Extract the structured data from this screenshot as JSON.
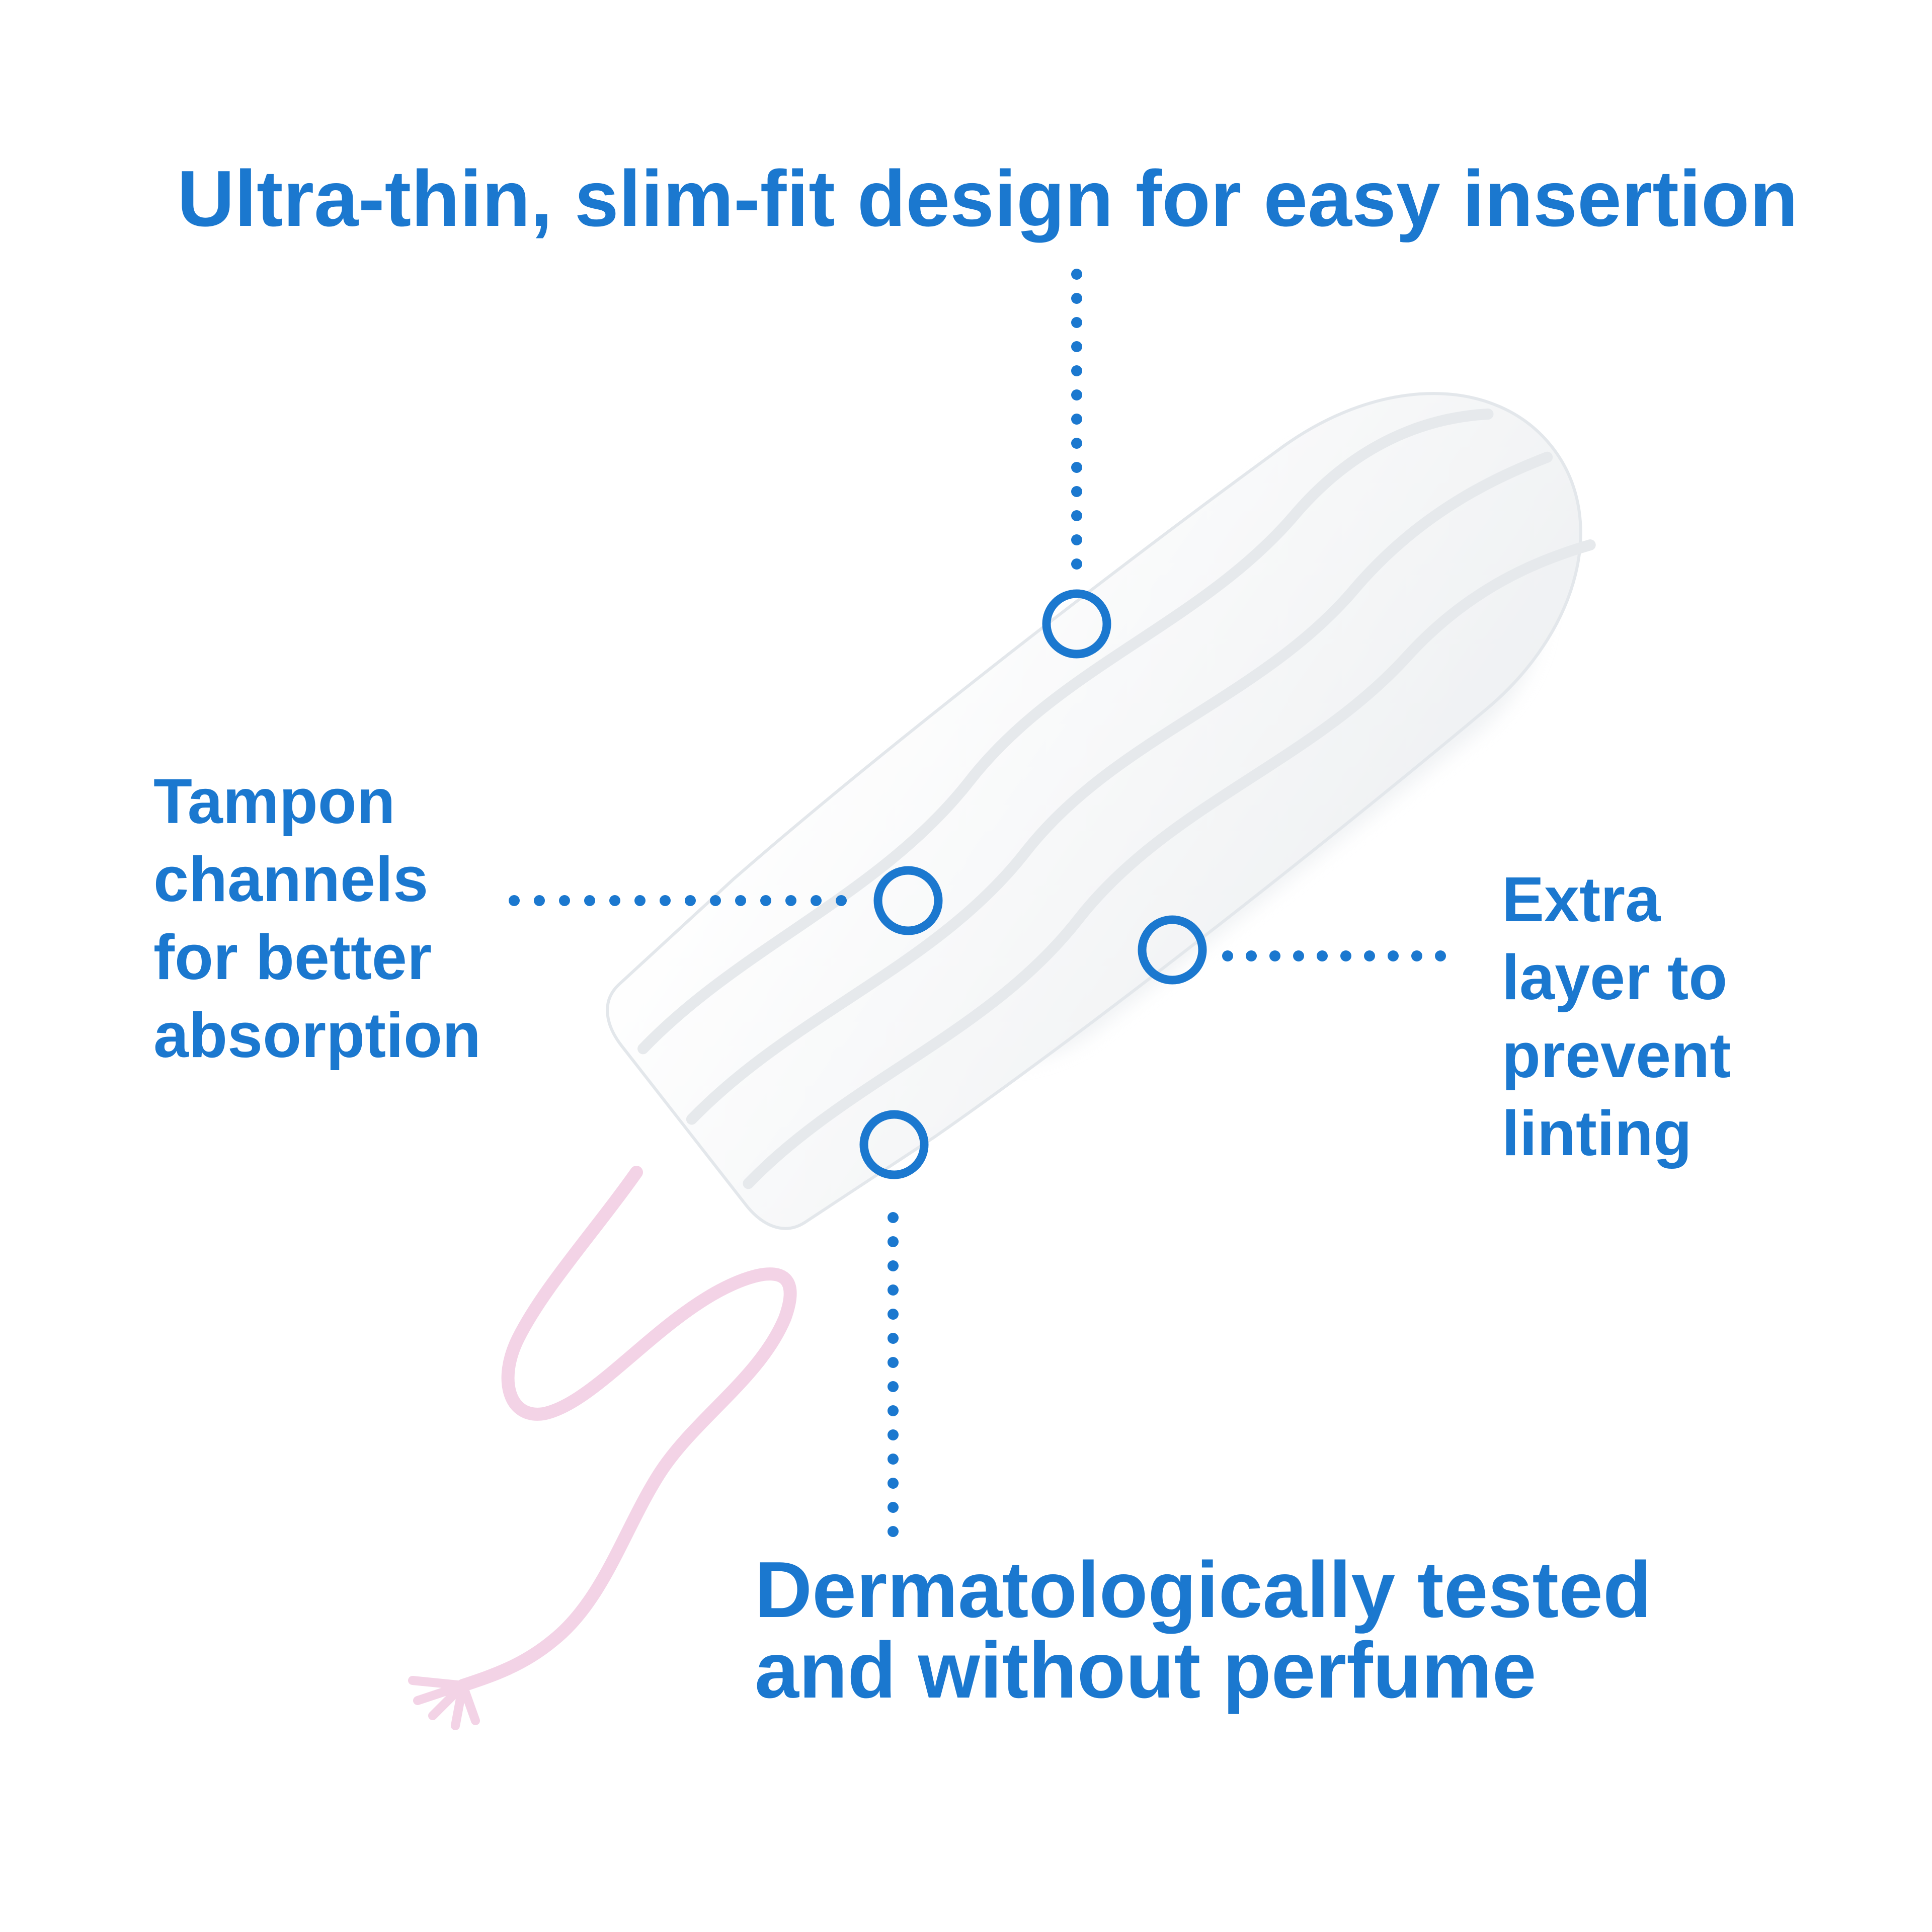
{
  "colors": {
    "accent": "#1b78cf",
    "tampon_body": "#ffffff",
    "tampon_shade": "#e9ecef",
    "string": "#f3d3e6"
  },
  "callouts": {
    "top": {
      "lines": [
        "Ultra-thin, slim-fit design for easy insertion"
      ]
    },
    "left": {
      "lines": [
        "Tampon",
        "channels",
        "for better",
        "absorption"
      ]
    },
    "right": {
      "lines": [
        "Extra",
        "layer to",
        "prevent",
        "linting"
      ]
    },
    "bottom": {
      "lines": [
        "Dermatologically tested",
        "and without perfume"
      ]
    }
  }
}
